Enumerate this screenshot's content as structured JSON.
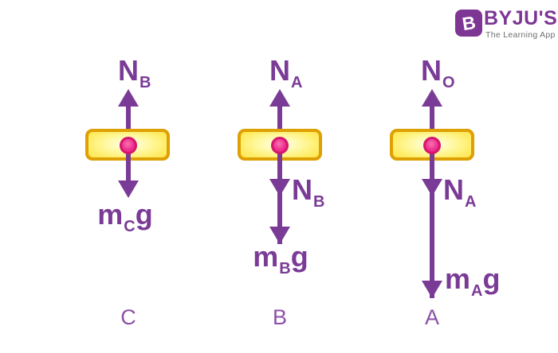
{
  "logo": {
    "icon_letter": "B",
    "wordmark": "BYJU'S",
    "tagline": "The Learning App"
  },
  "colors": {
    "arrow_and_label_purple": "#7a3b96",
    "diagram_letter_purple": "#8d4fa8",
    "logo_purple": "#7d3694",
    "tagline_gray": "#6d6e71",
    "block_border_gold": "#dea003",
    "block_fill_yellow": "#ffe14a",
    "dot_pink": "#ee2d8d",
    "dot_border_pink": "#d4166e"
  },
  "diagrams": [
    {
      "letter": "C",
      "up_label": {
        "base": "N",
        "sub": "B"
      },
      "down_label": {
        "base": "m",
        "sub": "C",
        "suffix": "g"
      }
    },
    {
      "letter": "B",
      "up_label": {
        "base": "N",
        "sub": "A"
      },
      "mid_label": {
        "base": "N",
        "sub": "B"
      },
      "down_label": {
        "base": "m",
        "sub": "B",
        "suffix": "g"
      }
    },
    {
      "letter": "A",
      "up_label": {
        "base": "N",
        "sub": "O"
      },
      "mid_label": {
        "base": "N",
        "sub": "A"
      },
      "down_label": {
        "base": "m",
        "sub": "A",
        "suffix": "g"
      }
    }
  ]
}
